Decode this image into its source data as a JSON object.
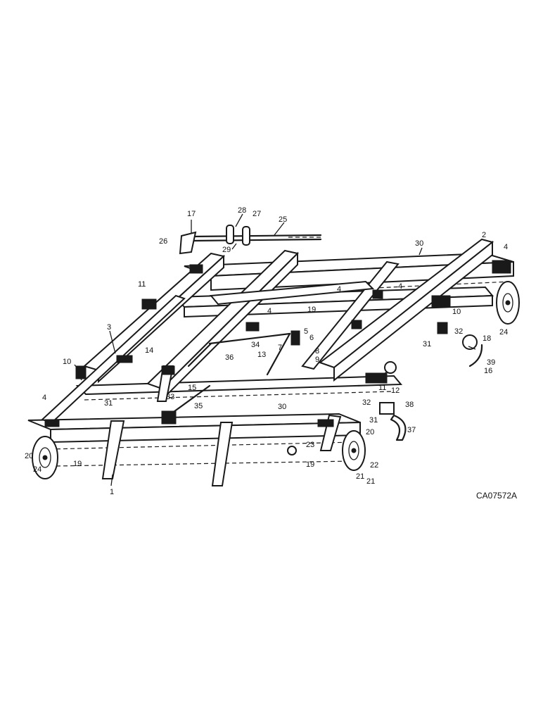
{
  "drawing_code": "CA07572A",
  "callouts": {
    "c1": "1",
    "c2": "2",
    "c3": "3",
    "c4a": "4",
    "c4b": "4",
    "c4c": "4",
    "c4d": "4",
    "c4e": "4",
    "c5": "5",
    "c6": "6",
    "c7": "7",
    "c8": "8",
    "c9": "9",
    "c10a": "10",
    "c10b": "10",
    "c11a": "11",
    "c11b": "11",
    "c12": "12",
    "c13": "13",
    "c14": "14",
    "c15": "15",
    "c16": "16",
    "c17": "17",
    "c18": "18",
    "c19a": "19",
    "c19b": "19",
    "c19c": "19",
    "c20a": "20",
    "c20b": "20",
    "c21a": "21",
    "c21b": "21",
    "c22": "22",
    "c23": "23",
    "c24a": "24",
    "c24b": "24",
    "c25": "25",
    "c26": "26",
    "c27": "27",
    "c28": "28",
    "c29": "29",
    "c30a": "30",
    "c30b": "30",
    "c31a": "31",
    "c31b": "31",
    "c31c": "31",
    "c32a": "32",
    "c32b": "32",
    "c33": "33",
    "c34": "34",
    "c35": "35",
    "c36": "36",
    "c37": "37",
    "c38": "38",
    "c39": "39"
  }
}
